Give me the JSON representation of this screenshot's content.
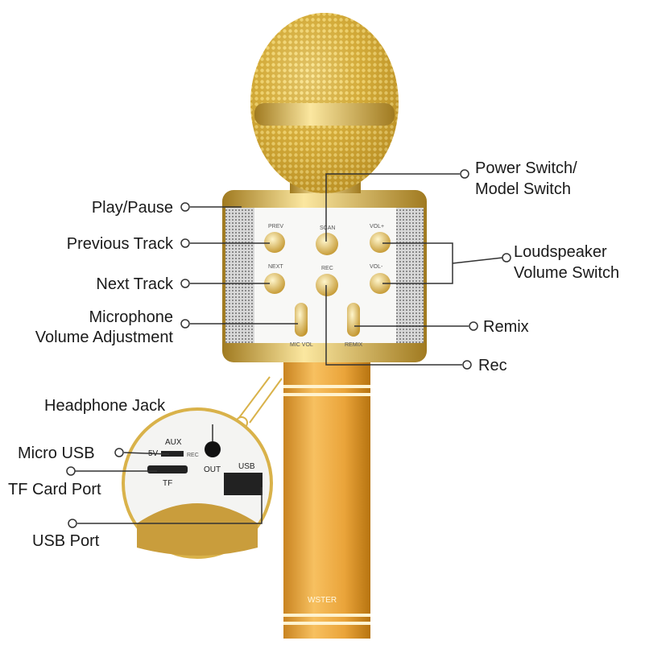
{
  "callouts": {
    "play_pause": "Play/Pause",
    "previous_track": "Previous Track",
    "next_track": "Next Track",
    "mic_volume_line1": "Microphone",
    "mic_volume_line2": "Volume Adjustment",
    "power_line1": "Power Switch/",
    "power_line2": "Model Switch",
    "loudspeaker_line1": "Loudspeaker",
    "loudspeaker_line2": "Volume Switch",
    "remix": "Remix",
    "rec": "Rec",
    "headphone_jack": "Headphone Jack",
    "micro_usb": "Micro USB",
    "tf_card_port": "TF Card Port",
    "usb_port": "USB Port"
  },
  "panel": {
    "prev": "PREV",
    "scan": "SCAN",
    "vol_up": "VOL+",
    "next": "NEXT",
    "rec": "REC",
    "vol_down": "VOL-",
    "mic_vol": "MIC VOL",
    "remix": "REMIX"
  },
  "ports": {
    "aux": "AUX",
    "five_v": "5V",
    "rec": "REC",
    "out": "OUT",
    "usb": "USB",
    "tf": "TF"
  },
  "brand": "WSTER",
  "colors": {
    "gold": "#d9b24a",
    "handle": "#e8a53a",
    "line": "#333333"
  }
}
